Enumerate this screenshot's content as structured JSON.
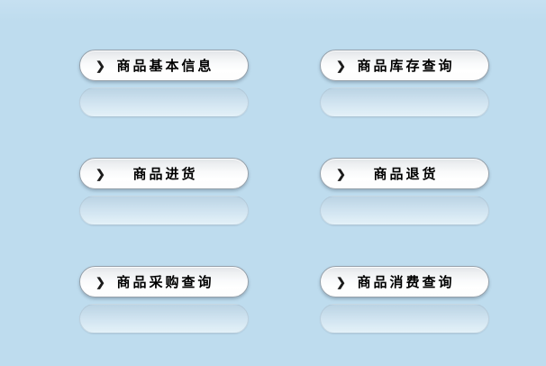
{
  "buttons": [
    {
      "label": "商品基本信息"
    },
    {
      "label": "商品库存查询"
    },
    {
      "label": "商品进货"
    },
    {
      "label": "商品退货"
    },
    {
      "label": "商品采购查询"
    },
    {
      "label": "商品消费查询"
    }
  ],
  "icons": {
    "chevron": "❯"
  },
  "colors": {
    "background": "#bedcee",
    "button_border": "#96a1ab",
    "button_face_top": "#e1e4e7",
    "button_face_bottom": "#ffffff",
    "label_text": "#000000",
    "chevron": "#1c1c1c"
  }
}
